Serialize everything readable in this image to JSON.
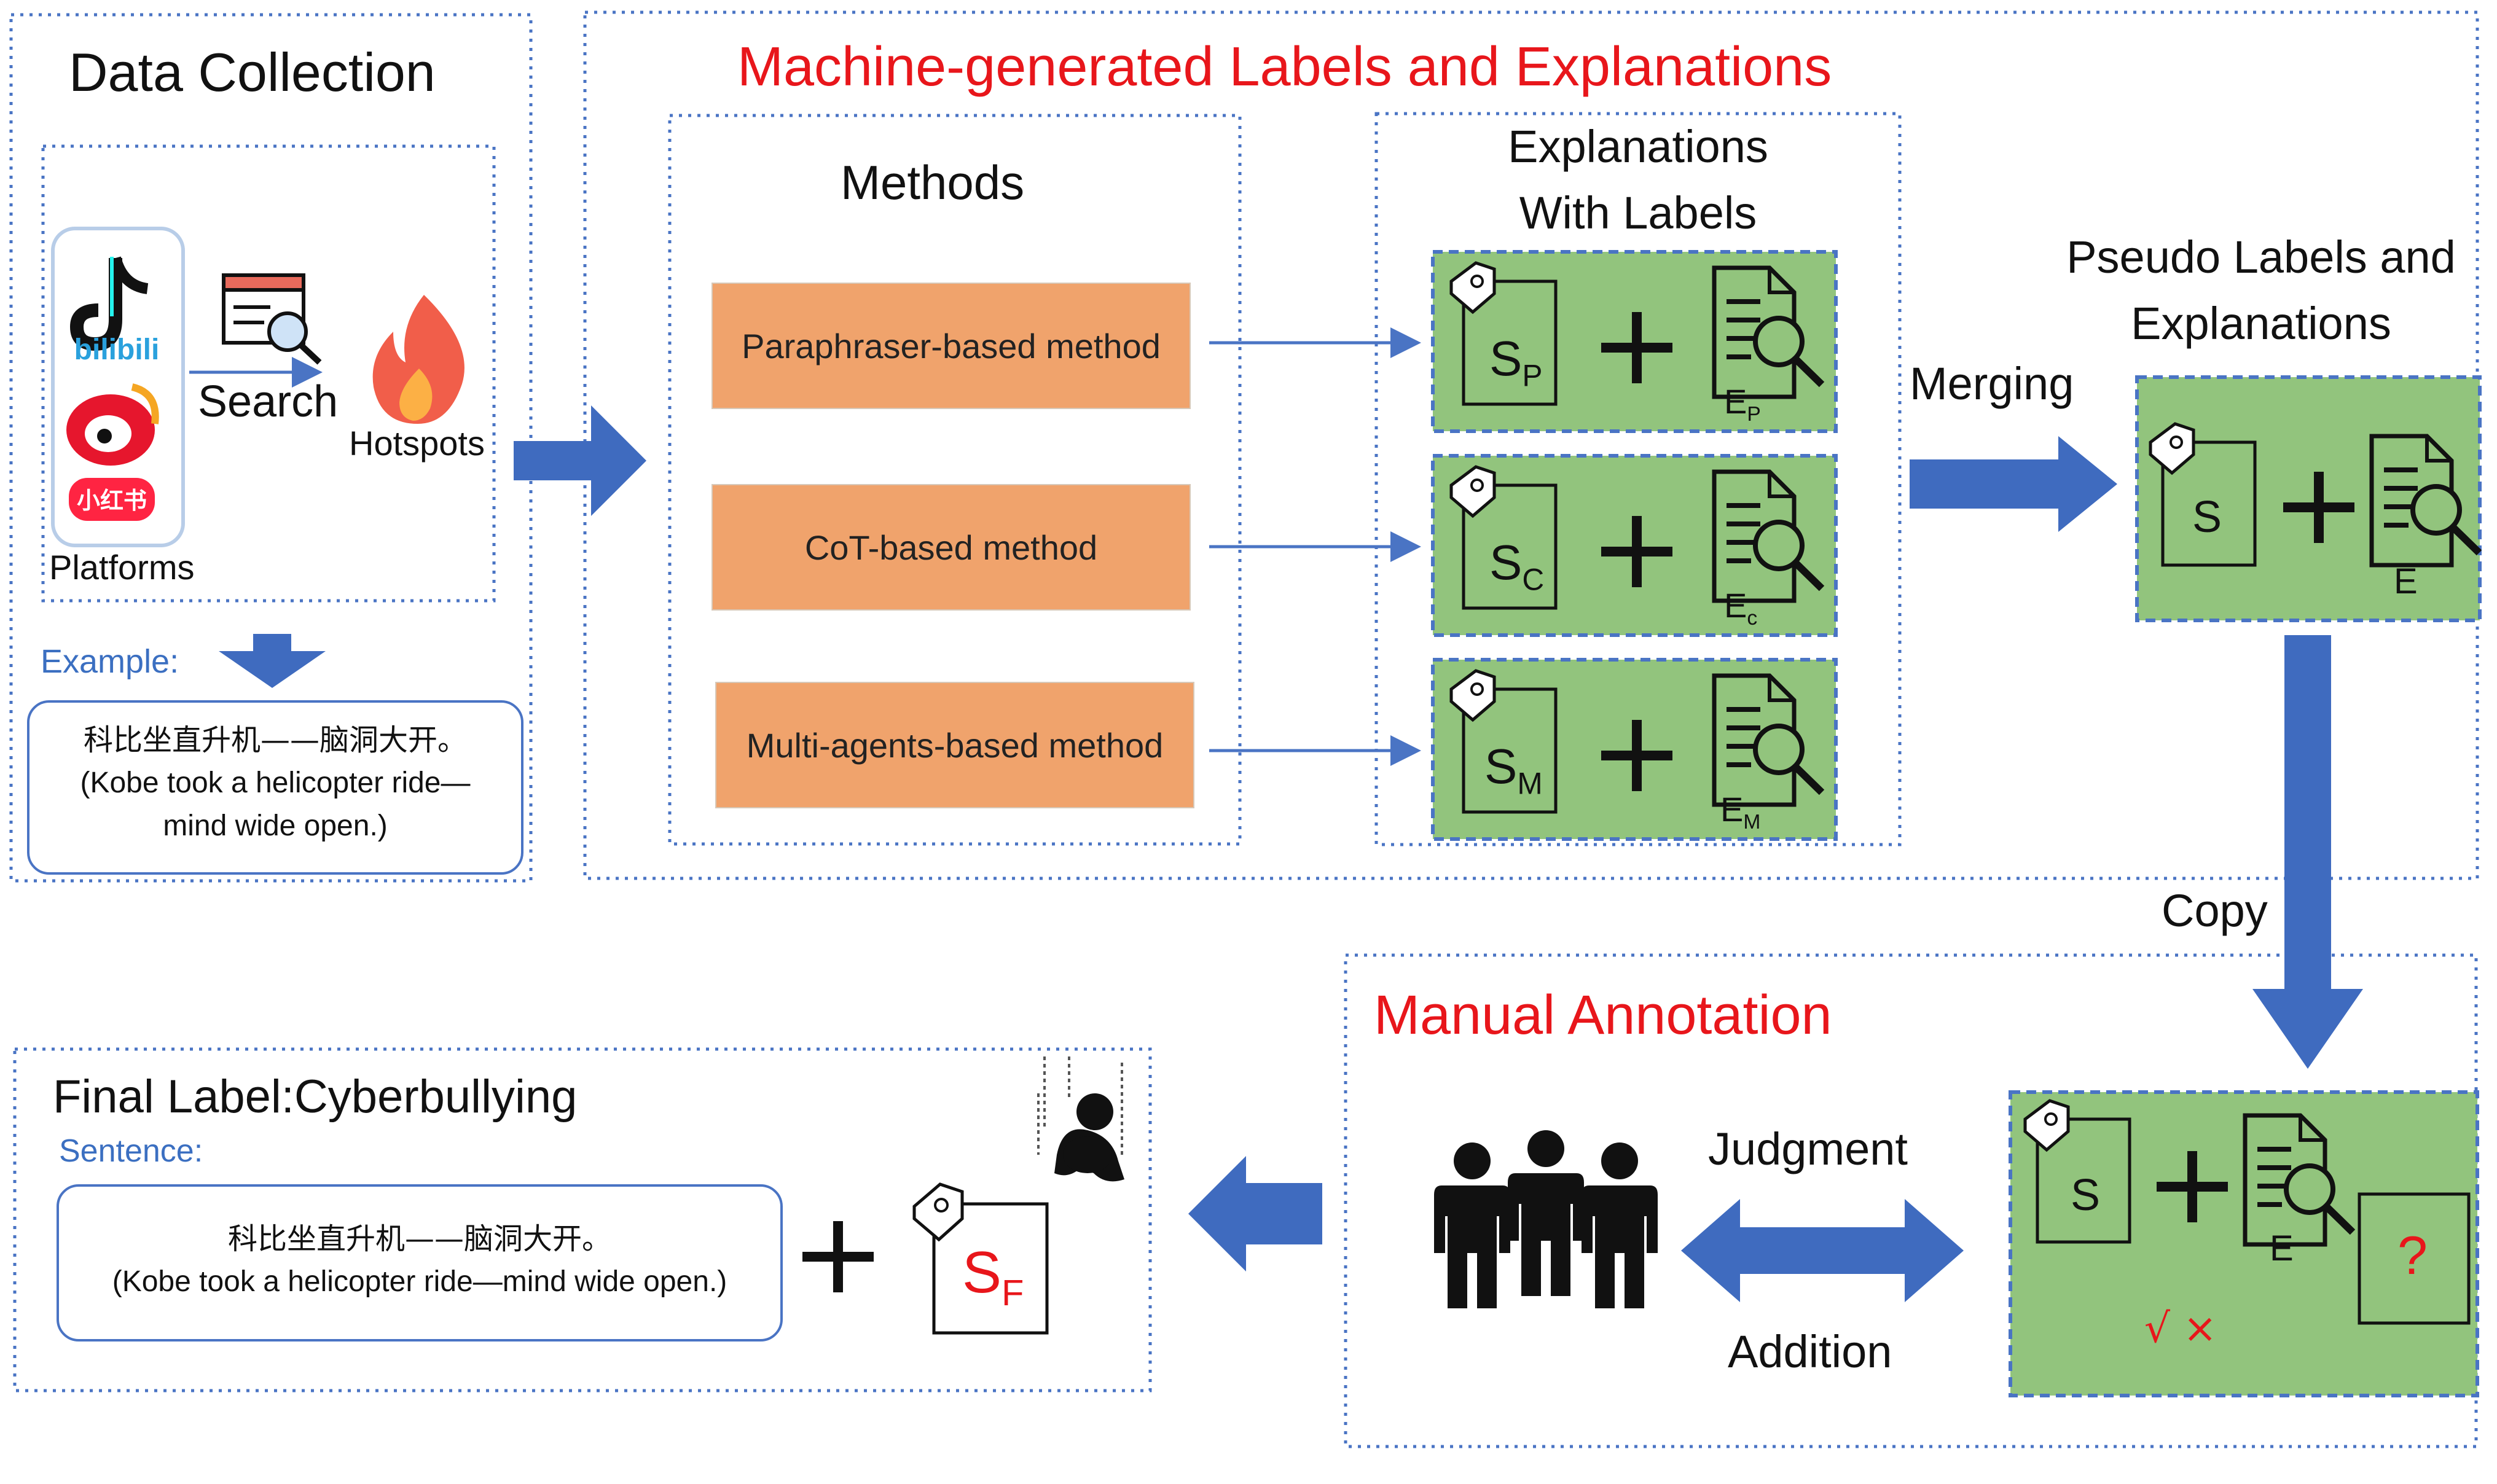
{
  "data_collection": {
    "title": "Data Collection",
    "search": "Search",
    "hotspots": "Hotspots",
    "platforms": "Platforms",
    "platform_names": [
      "bilibili",
      "小红书"
    ],
    "example_label": "Example:",
    "example_zh": "科比坐直升机——脑洞大开。",
    "example_en_1": "(Kobe took a helicopter ride—",
    "example_en_2": "mind wide open.)"
  },
  "machine": {
    "title": "Machine-generated Labels and Explanations",
    "methods_title": "Methods",
    "methods": [
      "Paraphraser-based method",
      "CoT-based method",
      "Multi-agents-based method"
    ],
    "explanations_title_1": "Explanations",
    "explanations_title_2": "With Labels",
    "items": [
      {
        "s": "S",
        "s_sub": "P",
        "e": "E",
        "e_sub": "P"
      },
      {
        "s": "S",
        "s_sub": "C",
        "e": "E",
        "e_sub": "c"
      },
      {
        "s": "S",
        "s_sub": "M",
        "e": "E",
        "e_sub": "M"
      }
    ]
  },
  "merge": {
    "label": "Merging",
    "pseudo_title_1": "Pseudo Labels and",
    "pseudo_title_2": "Explanations",
    "s": "S",
    "e": "E"
  },
  "copy_label": "Copy",
  "manual": {
    "title": "Manual Annotation",
    "judgment": "Judgment",
    "addition": "Addition",
    "s": "S",
    "e": "E",
    "question": "?",
    "check_cross": "√ ×"
  },
  "final": {
    "title": "Final Label:Cyberbullying",
    "sentence_label": "Sentence:",
    "sentence_zh": "科比坐直升机——脑洞大开。",
    "sentence_en": "(Kobe took a helicopter ride—mind wide open.)",
    "sf": "S",
    "sf_sub": "F"
  },
  "colors": {
    "accent_red": "#e8161b",
    "arrow_blue": "#3f6bbf",
    "box_green": "#92c47d",
    "method_orange": "#f0a36c",
    "dotted_border": "#4a74c4"
  }
}
